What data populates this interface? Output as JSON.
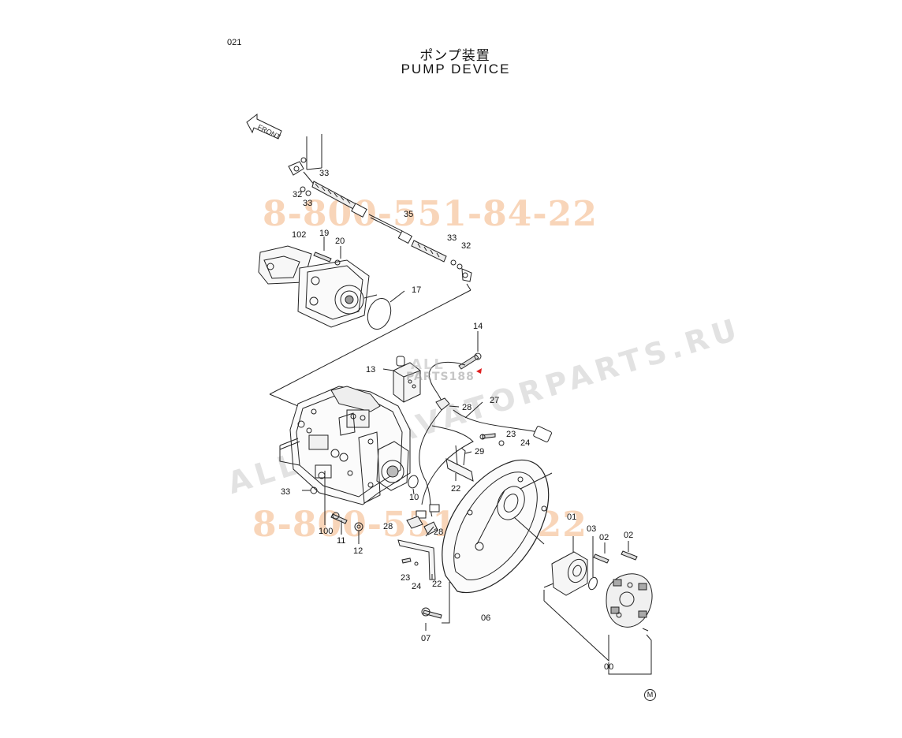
{
  "header": {
    "page_code": "021",
    "title_jp": "ポンプ装置",
    "title_en": "PUMP DEVICE",
    "front_label": "FRONT"
  },
  "callouts": [
    {
      "id": "33a",
      "text": "33"
    },
    {
      "id": "32a",
      "text": "32"
    },
    {
      "id": "33b",
      "text": "33"
    },
    {
      "id": "35",
      "text": "35"
    },
    {
      "id": "33c",
      "text": "33"
    },
    {
      "id": "32b",
      "text": "32"
    },
    {
      "id": "102",
      "text": "102"
    },
    {
      "id": "19",
      "text": "19"
    },
    {
      "id": "20",
      "text": "20"
    },
    {
      "id": "17",
      "text": "17"
    },
    {
      "id": "14",
      "text": "14"
    },
    {
      "id": "13",
      "text": "13"
    },
    {
      "id": "28a",
      "text": "28"
    },
    {
      "id": "27",
      "text": "27"
    },
    {
      "id": "23a",
      "text": "23"
    },
    {
      "id": "24a",
      "text": "24"
    },
    {
      "id": "29",
      "text": "29"
    },
    {
      "id": "22a",
      "text": "22"
    },
    {
      "id": "10",
      "text": "10"
    },
    {
      "id": "33d",
      "text": "33"
    },
    {
      "id": "100",
      "text": "100"
    },
    {
      "id": "11",
      "text": "11"
    },
    {
      "id": "12",
      "text": "12"
    },
    {
      "id": "28b",
      "text": "28"
    },
    {
      "id": "28c",
      "text": "28"
    },
    {
      "id": "23b",
      "text": "23"
    },
    {
      "id": "24b",
      "text": "24"
    },
    {
      "id": "22b",
      "text": "22"
    },
    {
      "id": "07",
      "text": "07"
    },
    {
      "id": "06",
      "text": "06"
    },
    {
      "id": "01",
      "text": "01"
    },
    {
      "id": "03",
      "text": "03"
    },
    {
      "id": "02a",
      "text": "02"
    },
    {
      "id": "02b",
      "text": "02"
    },
    {
      "id": "00",
      "text": "00"
    }
  ],
  "watermarks": {
    "phone_top": "8-800-551-84-22",
    "phone_bottom": "8-800-551-84-22",
    "site": "ALL-EXCAVATORPARTS.RU",
    "logo_top": "ALL",
    "logo_bottom": "PARTS188"
  },
  "footer": {
    "revision_mark": "M"
  },
  "colors": {
    "line": "#222222",
    "watermark_phone": "#f6c7a2",
    "watermark_site": "#d7d7d7",
    "marker": "#e02020"
  }
}
